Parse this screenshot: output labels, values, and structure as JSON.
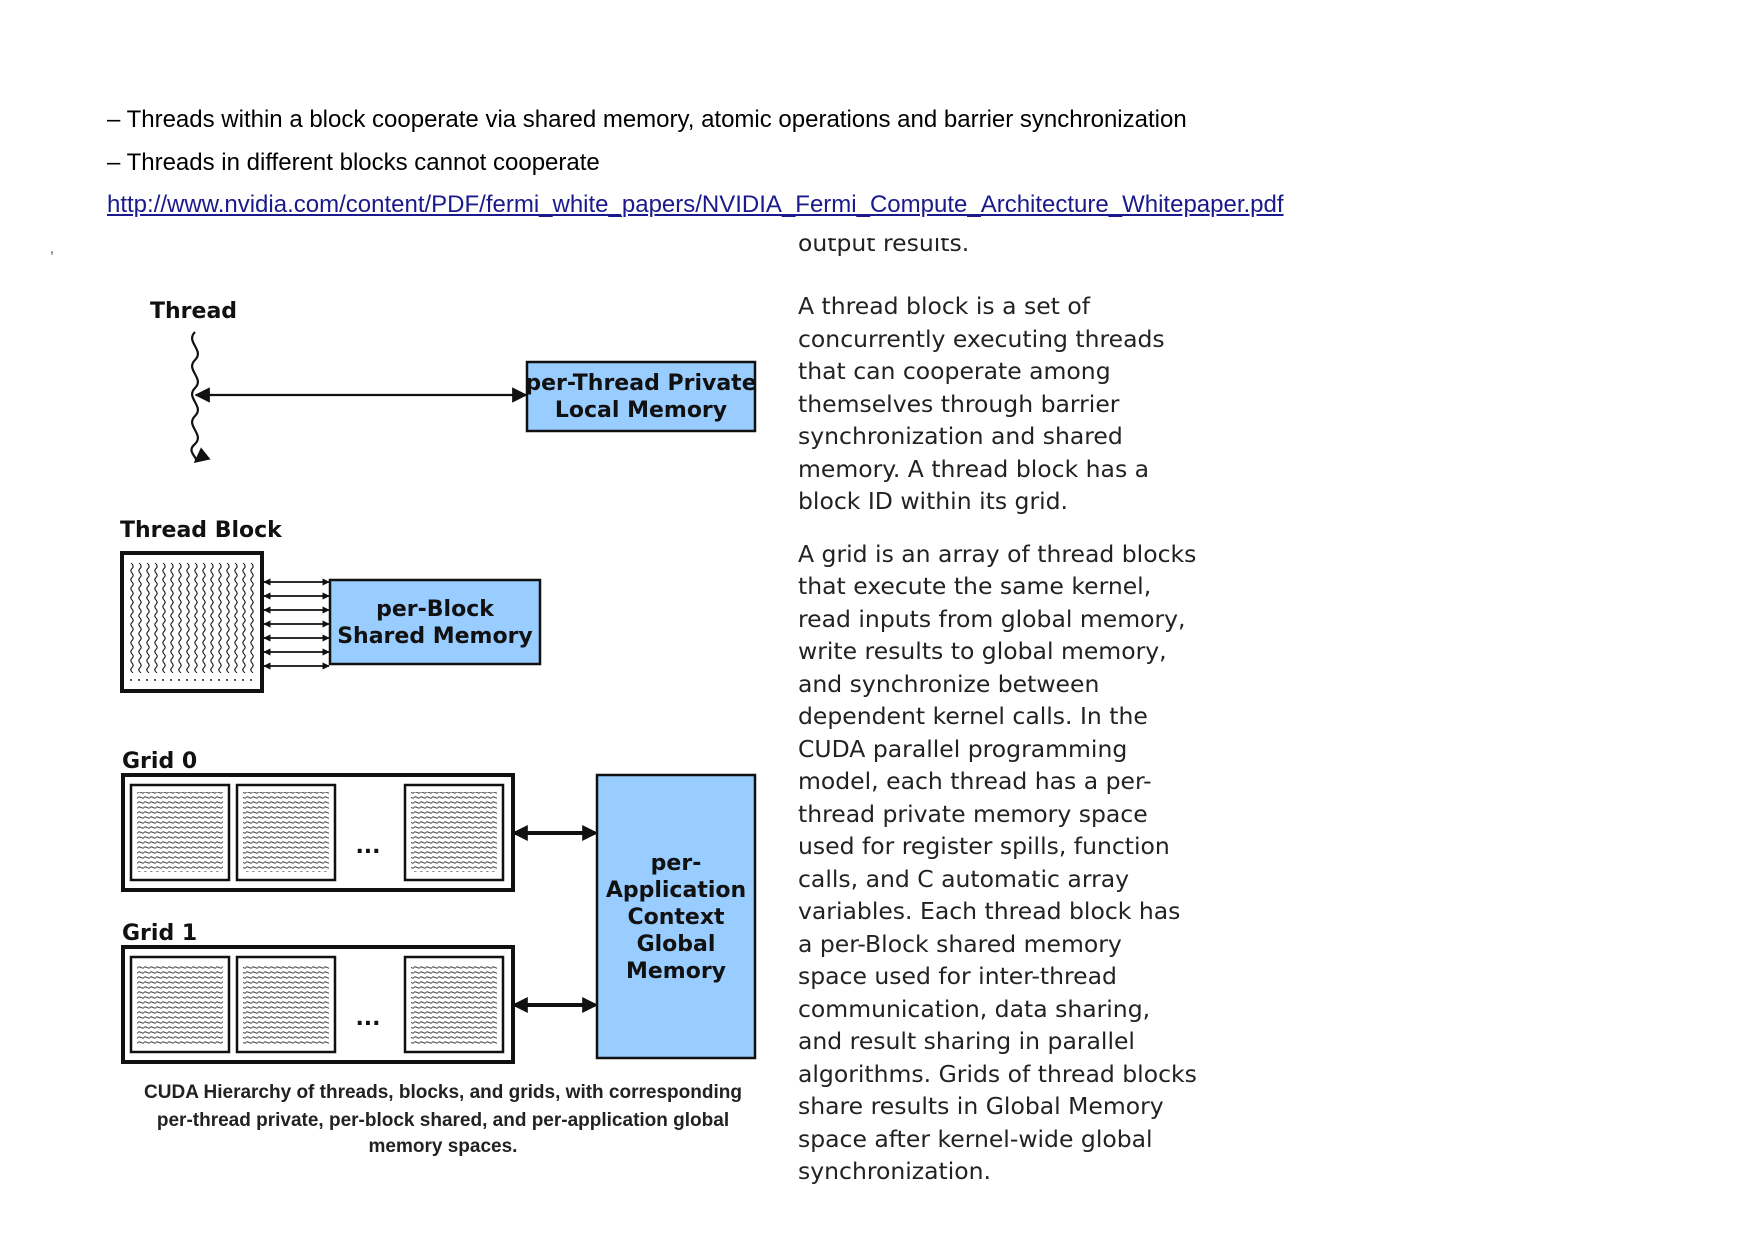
{
  "bullets": [
    "– Threads within a block cooperate via shared memory, atomic operations and barrier synchronization",
    "– Threads in different blocks cannot cooperate"
  ],
  "link_text": "http://www.nvidia.com/content/PDF/fermi_white_papers/NVIDIA_Fermi_Compute_Architecture_Whitepaper.pdf",
  "stray_mark": ",",
  "diagram": {
    "thread_label": "Thread",
    "thread_memory": [
      "per-Thread Private",
      "Local Memory"
    ],
    "block_label": "Thread Block",
    "block_memory": [
      "per-Block",
      "Shared Memory"
    ],
    "grid0_label": "Grid 0",
    "grid1_label": "Grid 1",
    "ellipsis": "...",
    "global_memory": [
      "per-",
      "Application",
      "Context",
      "Global",
      "Memory"
    ],
    "box_color": "#99ccff",
    "caption": [
      "CUDA Hierarchy of threads, blocks, and grids, with corresponding",
      "per-thread private, per-block shared, and per-application global",
      "memory spaces."
    ]
  },
  "right_text": {
    "cut_line": "output results.",
    "para1": "A thread block is a set of concurrently executing threads that can cooperate among themselves through barrier synchronization and shared memory.  A thread block has a block ID within its grid.",
    "para2": "A grid is an array of thread blocks that execute the same kernel, read inputs from global memory, write results to global memory, and synchronize between dependent kernel calls. In the CUDA parallel programming model, each thread has a per-thread private memory space used for register spills, function calls, and C automatic array variables.  Each thread block has a per-Block shared memory space used for inter-thread communication, data sharing, and result sharing in parallel algorithms. Grids of thread blocks share results in Global Memory space after kernel-wide global synchronization."
  }
}
